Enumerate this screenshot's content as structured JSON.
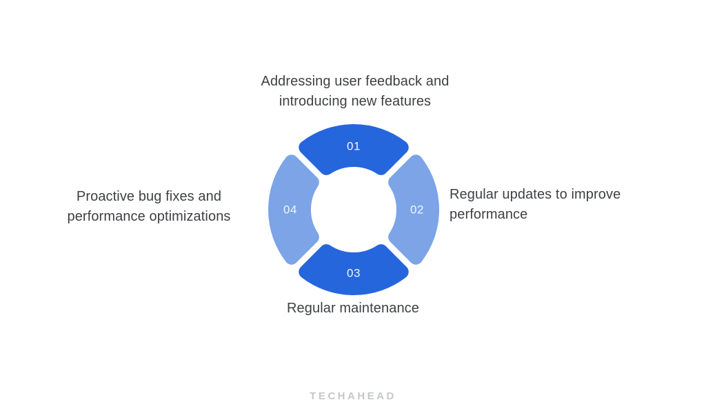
{
  "diagram": {
    "type": "circular-process",
    "segments": [
      {
        "number": "01",
        "position": "top",
        "color": "#2666DD",
        "label": "Addressing user feedback and introducing new features"
      },
      {
        "number": "02",
        "position": "right",
        "color": "#7CA4E7",
        "label": "Regular updates to improve performance"
      },
      {
        "number": "03",
        "position": "bottom",
        "color": "#2666DD",
        "label": "Regular maintenance"
      },
      {
        "number": "04",
        "position": "left",
        "color": "#7CA4E7",
        "label": "Proactive bug fixes and performance optimizations"
      }
    ],
    "labels": {
      "top": {
        "line1": "Addressing user feedback and",
        "line2": "introducing new features"
      },
      "right": {
        "line1": "Regular updates to improve",
        "line2": "performance"
      },
      "bottom": {
        "line1": "Regular maintenance"
      },
      "left": {
        "line1": "Proactive bug fixes and",
        "line2": "performance optimizations"
      }
    }
  },
  "colors": {
    "dark_blue": "#2666DD",
    "light_blue": "#7CA4E7",
    "label_text": "#3E4044",
    "number_text": "#F2F6FE",
    "logo_gray": "#C6C7C9",
    "background": "#FFFFFF"
  },
  "footer": {
    "logo_text": "TECHAHEAD"
  }
}
